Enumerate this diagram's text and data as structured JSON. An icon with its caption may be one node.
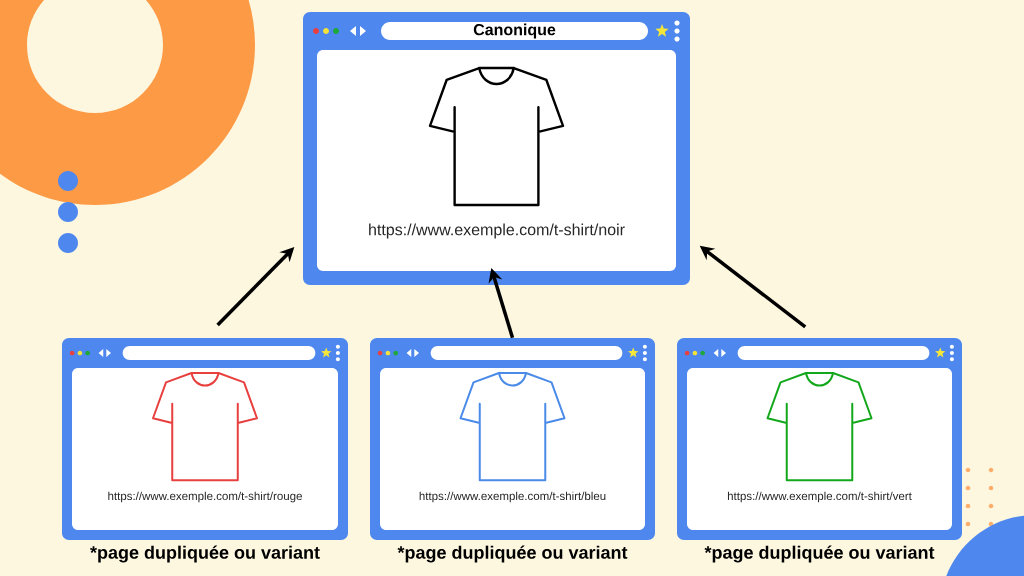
{
  "diagram": {
    "nodes": [
      {
        "text": [
          "Canonique",
          "https://www.exemple.com/t-shirt/noir"
        ]
      },
      {
        "text": [
          "https://www.exemple.com/t-shirt/rouge"
        ],
        "beside": [
          "*page dupliquée ou variant"
        ]
      },
      {
        "text": [
          "https://www.exemple.com/t-shirt/bleu"
        ],
        "beside": [
          "*page dupliquée ou variant"
        ]
      },
      {
        "text": [
          "https://www.exemple.com/t-shirt/vert"
        ],
        "beside": [
          "*page dupliquée ou variant"
        ]
      }
    ],
    "edges": [
      {
        "from": 1,
        "to": 0,
        "arrow": "to"
      },
      {
        "from": 2,
        "to": 0,
        "arrow": "to"
      },
      {
        "from": 3,
        "to": 0,
        "arrow": "to"
      }
    ]
  }
}
